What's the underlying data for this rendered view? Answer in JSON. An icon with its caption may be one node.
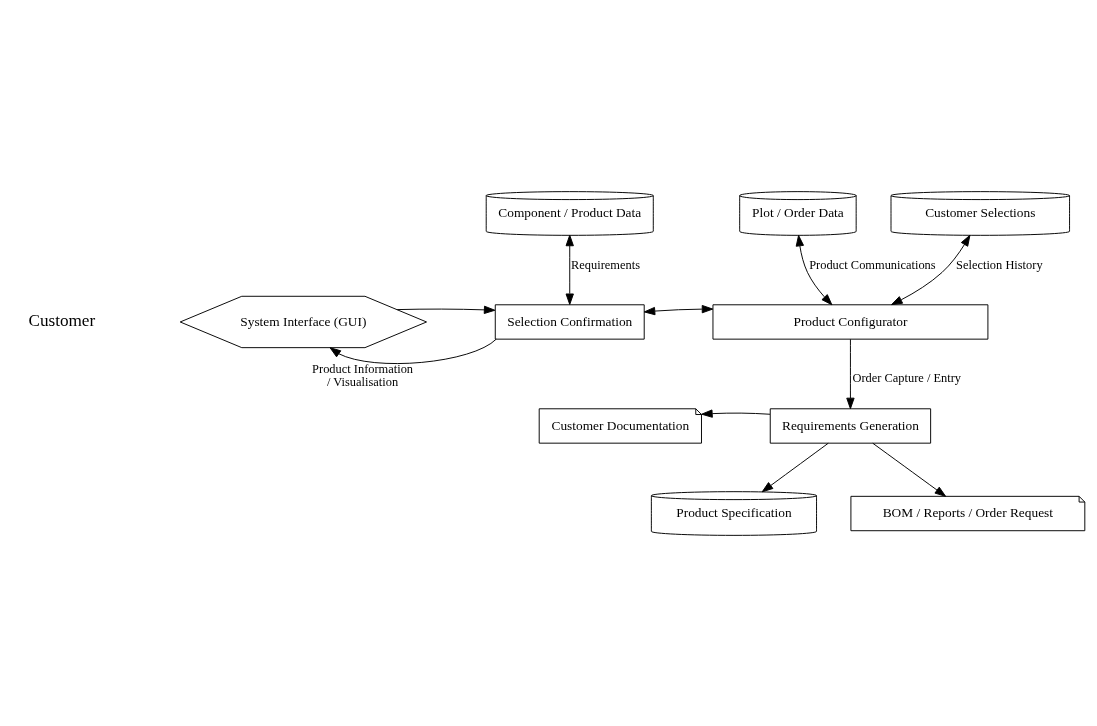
{
  "diagram": {
    "nodes": [
      {
        "text": [
          "Component / Product Data"
        ]
      },
      {
        "text": [
          "Plot / Order Data"
        ]
      },
      {
        "text": [
          "Customer Selections"
        ]
      },
      {
        "text": [
          "System Interface (GUI)"
        ]
      },
      {
        "text": [
          "Selection Confirmation"
        ]
      },
      {
        "text": [
          "Product Configurator"
        ]
      },
      {
        "text": [
          "Customer Documentation"
        ]
      },
      {
        "text": [
          "Requirements Generation"
        ]
      },
      {
        "text": [
          "Product Specification"
        ]
      },
      {
        "text": [
          "BOM / Reports / Order Request"
        ]
      }
    ],
    "edges": [
      {
        "from": 0,
        "to": 4,
        "arrow": "both",
        "label": "Requirements"
      },
      {
        "from": 1,
        "to": 5,
        "arrow": "both",
        "label": "Product Communications"
      },
      {
        "from": 2,
        "to": 5,
        "arrow": "both",
        "label": "Selection History"
      },
      {
        "from": 3,
        "to": 4,
        "arrow": "to"
      },
      {
        "from": 4,
        "to": 3,
        "arrow": "to",
        "label": "Product Information / Visualisation"
      },
      {
        "from": 4,
        "to": 5,
        "arrow": "both"
      },
      {
        "from": 5,
        "to": 7,
        "arrow": "to",
        "label": "Order Capture / Entry"
      },
      {
        "from": 7,
        "to": 6,
        "arrow": "to"
      },
      {
        "from": 7,
        "to": 8,
        "arrow": "to"
      },
      {
        "from": 7,
        "to": 9,
        "arrow": "to"
      }
    ],
    "labels": [
      "Customer"
    ]
  }
}
